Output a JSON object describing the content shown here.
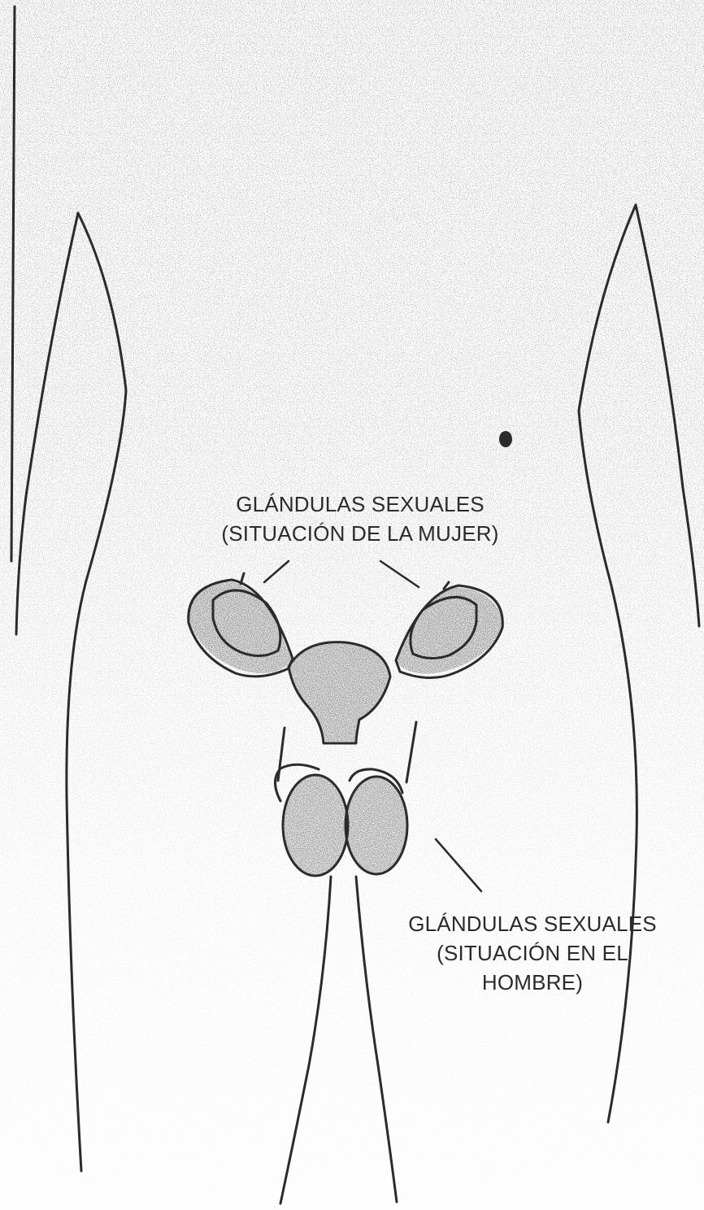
{
  "diagram": {
    "female_label": {
      "line1": "GLÁNDULAS SEXUALES",
      "line2": "(SITUACIÓN DE LA MUJER)"
    },
    "male_label": {
      "line1": "GLÁNDULAS SEXUALES",
      "line2": "(SITUACIÓN EN EL",
      "line3": "HOMBRE)"
    }
  },
  "colors": {
    "ink": "#2b2b2b",
    "stipple": "#8a8a8a",
    "organ_fill": "#7a7a7a",
    "paper": "#ffffff"
  }
}
